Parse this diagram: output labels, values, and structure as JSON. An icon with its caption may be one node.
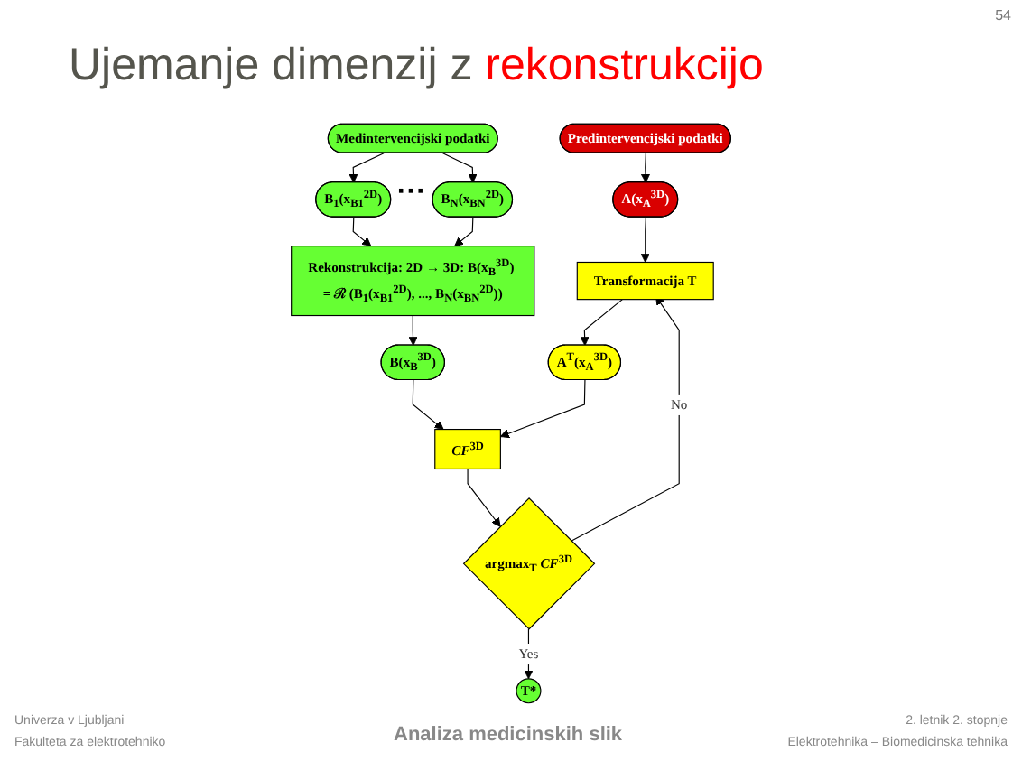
{
  "diagram": {
    "title": "Ujemanje dimenzij z rekonstrukcijo",
    "nodes": [
      {
        "text": [
          "Predintervencijski podatki"
        ]
      },
      {
        "text": [
          "Medintervencijski podatki"
        ]
      },
      {
        "text": [
          "A(x$_{A}$$^{3D}$)"
        ]
      },
      {
        "text": [
          "B$_{1}$(x$_{B1}$$^{2D}$)"
        ]
      },
      {
        "text": [
          "B$_{N}$(x$_{BN}$$^{2D}$)"
        ]
      },
      {
        "text": [
          "Transformacija T"
        ]
      },
      {
        "text": [
          "Rekonstrukcija: 2D → 3D: B(x$_{B}$$^{3D}$) = ℛ (B$_{1}$(x$_{B1}$$^{2D}$), ..., B$_{N}$(x$_{BN}$$^{2D}$))"
        ]
      },
      {
        "text": [
          "A$^{T}$(x$_{A}$$^{3D}$)"
        ]
      },
      {
        "text": [
          "B(x$_{B}$$^{3D}$)"
        ]
      },
      {
        "text": [
          "*CF*$^{3D}$"
        ]
      },
      {
        "text": [
          "argmax$_{T}$ *CF*$^{3D}$"
        ]
      },
      {
        "text": [
          "T*"
        ]
      }
    ],
    "edges": [
      {
        "from": 0,
        "to": 2,
        "arrow": "to"
      },
      {
        "from": 1,
        "to": 3,
        "arrow": "to"
      },
      {
        "from": 1,
        "to": 4,
        "arrow": "to"
      },
      {
        "from": 2,
        "to": 5,
        "arrow": "to"
      },
      {
        "from": 3,
        "to": 6,
        "arrow": "to"
      },
      {
        "from": 4,
        "to": 6,
        "arrow": "to"
      },
      {
        "from": 5,
        "to": 7,
        "arrow": "to"
      },
      {
        "from": 6,
        "to": 8,
        "arrow": "to"
      },
      {
        "from": 7,
        "to": 9,
        "arrow": "to"
      },
      {
        "from": 8,
        "to": 9,
        "arrow": "to"
      },
      {
        "from": 9,
        "to": 10,
        "arrow": "to"
      },
      {
        "from": 10,
        "to": 11,
        "label": "Yes",
        "arrow": "to"
      },
      {
        "from": 10,
        "to": 5,
        "label": "No",
        "arrow": "to"
      }
    ],
    "labels": [
      "54",
      "···",
      "Univerza v Ljubljani",
      "Fakulteta za elektrotehniko",
      "Analiza medicinskih slik",
      "2. letnik 2. stopnje",
      "Elektrotehnika – Biomedicinska tehnika"
    ]
  }
}
